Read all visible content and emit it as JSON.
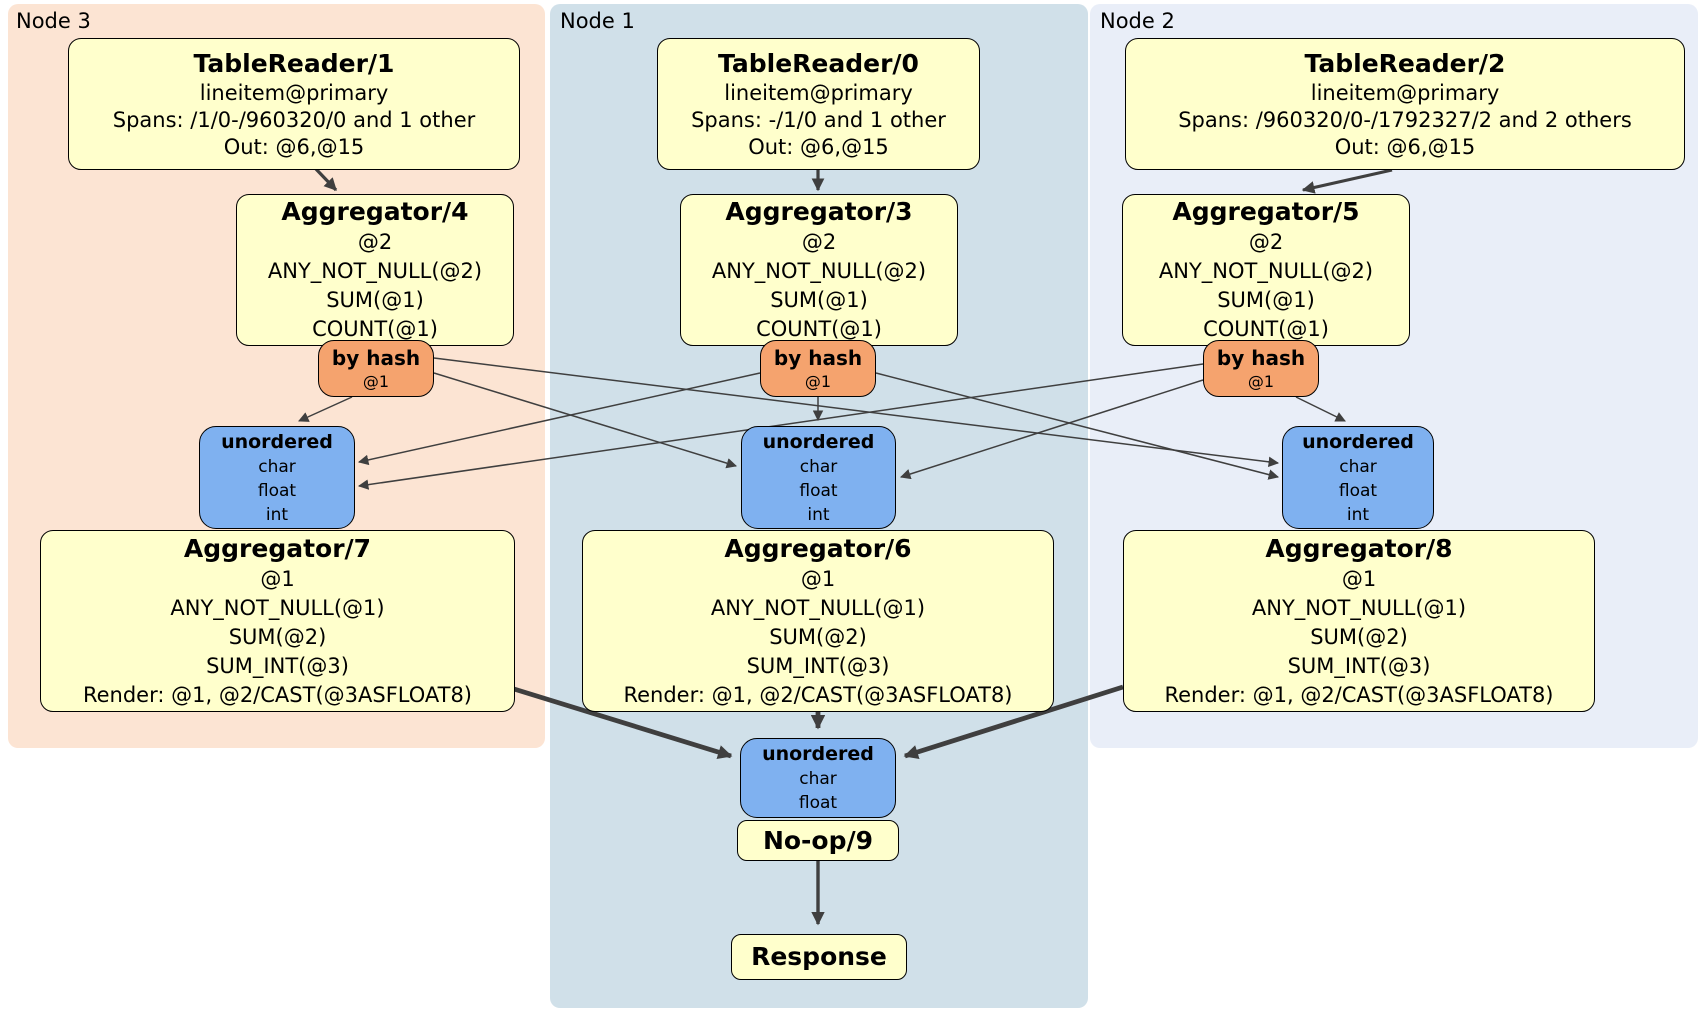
{
  "panels": {
    "node3": {
      "label": "Node 3"
    },
    "node1": {
      "label": "Node 1"
    },
    "node2": {
      "label": "Node 2"
    }
  },
  "boxes": {
    "tr1": {
      "title": "TableReader/1",
      "lines": [
        "lineitem@primary",
        "Spans: /1/0-/960320/0 and 1 other",
        "Out: @6,@15"
      ]
    },
    "tr0": {
      "title": "TableReader/0",
      "lines": [
        "lineitem@primary",
        "Spans: -/1/0 and 1 other",
        "Out: @6,@15"
      ]
    },
    "tr2": {
      "title": "TableReader/2",
      "lines": [
        "lineitem@primary",
        "Spans: /960320/0-/1792327/2 and 2 others",
        "Out: @6,@15"
      ]
    },
    "agg4": {
      "title": "Aggregator/4",
      "lines": [
        "@2",
        "ANY_NOT_NULL(@2)",
        "SUM(@1)",
        "COUNT(@1)"
      ]
    },
    "agg3": {
      "title": "Aggregator/3",
      "lines": [
        "@2",
        "ANY_NOT_NULL(@2)",
        "SUM(@1)",
        "COUNT(@1)"
      ]
    },
    "agg5": {
      "title": "Aggregator/5",
      "lines": [
        "@2",
        "ANY_NOT_NULL(@2)",
        "SUM(@1)",
        "COUNT(@1)"
      ]
    },
    "router3": {
      "title": "by hash",
      "lines": [
        "@1"
      ]
    },
    "router1": {
      "title": "by hash",
      "lines": [
        "@1"
      ]
    },
    "router2": {
      "title": "by hash",
      "lines": [
        "@1"
      ]
    },
    "stream3": {
      "title": "unordered",
      "lines": [
        "char",
        "float",
        "int"
      ]
    },
    "stream1": {
      "title": "unordered",
      "lines": [
        "char",
        "float",
        "int"
      ]
    },
    "stream2": {
      "title": "unordered",
      "lines": [
        "char",
        "float",
        "int"
      ]
    },
    "agg7": {
      "title": "Aggregator/7",
      "lines": [
        "@1",
        "ANY_NOT_NULL(@1)",
        "SUM(@2)",
        "SUM_INT(@3)",
        "Render: @1, @2/CAST(@3ASFLOAT8)"
      ]
    },
    "agg6": {
      "title": "Aggregator/6",
      "lines": [
        "@1",
        "ANY_NOT_NULL(@1)",
        "SUM(@2)",
        "SUM_INT(@3)",
        "Render: @1, @2/CAST(@3ASFLOAT8)"
      ]
    },
    "agg8": {
      "title": "Aggregator/8",
      "lines": [
        "@1",
        "ANY_NOT_NULL(@1)",
        "SUM(@2)",
        "SUM_INT(@3)",
        "Render: @1, @2/CAST(@3ASFLOAT8)"
      ]
    },
    "streamFinal": {
      "title": "unordered",
      "lines": [
        "char",
        "float"
      ]
    },
    "noop": {
      "title": "No-op/9"
    },
    "response": {
      "title": "Response"
    }
  },
  "colors": {
    "panel_node3_bg": "#FCE4D3",
    "panel_node1_bg": "#D0E0E9",
    "panel_node2_bg": "#E9EEF8",
    "processor_fill": "#FFFFCC",
    "router_fill": "#F5A36E",
    "stream_fill": "#7FB1F0",
    "box_border": "#000000",
    "edge": "#3F3F3F"
  }
}
